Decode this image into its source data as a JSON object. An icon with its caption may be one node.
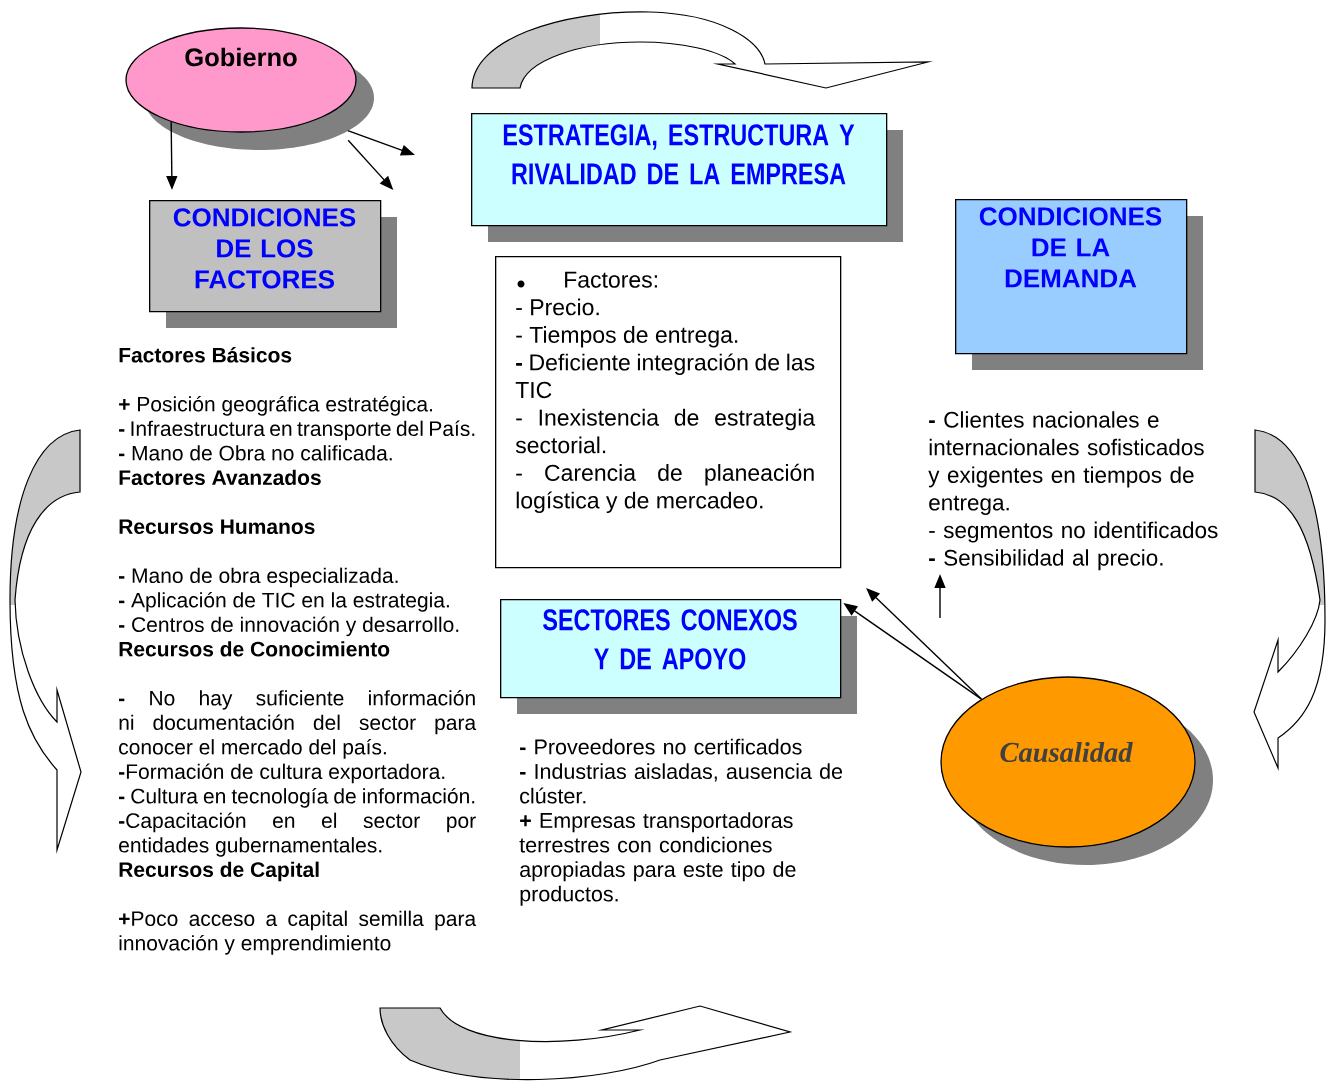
{
  "diagram": {
    "nodes": [
      {
        "text": [
          "Gobierno"
        ]
      },
      {
        "text": [
          "CONDICIONES DE LOS FACTORES"
        ],
        "beside": [
          "Factores Básicos",
          "**+** Posición geográfica estratégica.",
          "**-** Infraestructura en transporte del País.",
          "**-** Mano de Obra no calificada.",
          "Factores Avanzados",
          "Recursos Humanos",
          "**-** Mano de obra especializada.",
          "**-** Aplicación de TIC en la estrategia.",
          "**-** Centros de innovación y desarrollo.",
          "Recursos de Conocimiento",
          "**-** No hay suficiente información ni documentación del sector para conocer el mercado del país.",
          "**-**Formación de cultura exportadora.",
          "**-** Cultura en tecnología de información.",
          "**-**Capacitación en el sector por entidades gubernamentales.",
          "Recursos de Capital",
          "**+**Poco acceso a capital semilla para innovación y emprendimiento"
        ]
      },
      {
        "text": [
          "ESTRATEGIA, ESTRUCTURA Y RIVALIDAD DE LA EMPRESA"
        ]
      },
      {
        "text": [
          "CONDICIONES DE LA DEMANDA"
        ]
      },
      {
        "text": [
          "Factores:",
          "- Precio.",
          "- Tiempos de entrega.",
          "**-** Deficiente integración de las TIC",
          "- Inexistencia de estrategia sectorial.",
          "- Carencia de planeación logística y de mercadeo."
        ]
      },
      {
        "text": [
          "SECTORES CONEXOS Y DE APOYO"
        ],
        "beside": [
          "**-** Proveedores no certificados",
          "**-** Industrias aisladas,  ausencia de clúster.",
          "**+** Empresas transportadoras terrestres con condiciones apropiadas para este tipo de productos."
        ]
      },
      {
        "text": [
          "Causalidad"
        ]
      },
      {
        "text": [
          "**-** Clientes nacionales  e internacionales sofisticados y exigentes en tiempos de entrega.",
          "- segmentos no identificados",
          "**-** Sensibilidad al precio."
        ]
      }
    ],
    "edges": [
      {
        "from": 0,
        "to": 1,
        "arrow": "to"
      },
      {
        "from": 0,
        "to": null,
        "arrow": "to"
      },
      {
        "from": 0,
        "to": 1,
        "arrow": "to"
      },
      {
        "from": 6,
        "to": 5,
        "arrow": "to"
      },
      {
        "from": 6,
        "to": null,
        "arrow": "to"
      },
      {
        "from": null,
        "to": 7,
        "arrow": "to"
      }
    ]
  }
}
